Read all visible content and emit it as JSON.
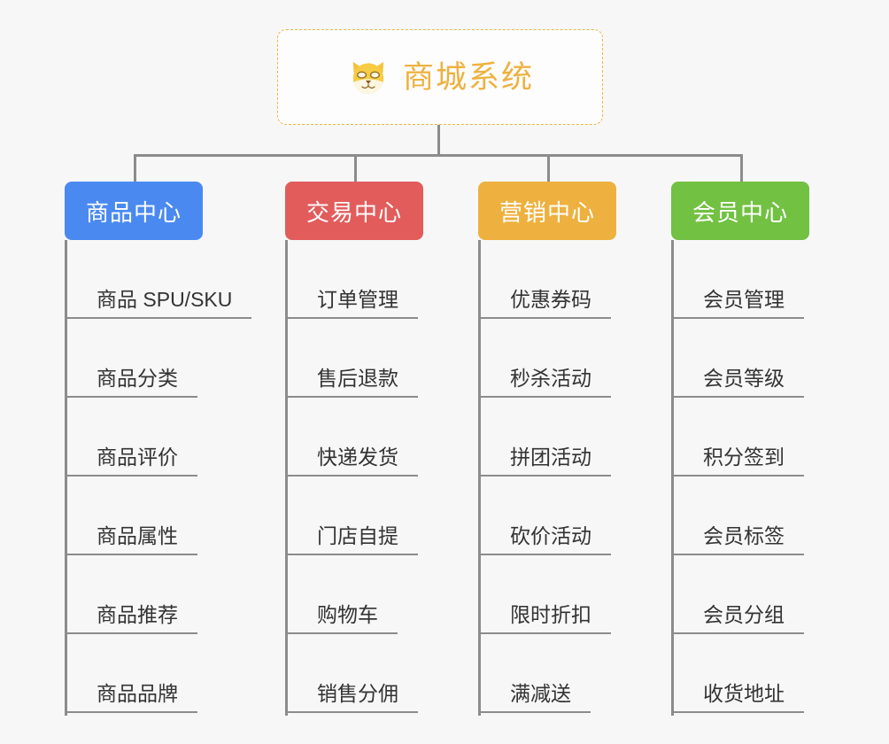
{
  "diagram": {
    "title": "商城系统",
    "type": "mind-map",
    "background_color": "#f7f7f7",
    "connector_color": "#8c8c8c",
    "root": {
      "label": "商城系统",
      "icon": "shiba-dog-face-emoji",
      "text_color": "#eeb13f",
      "border_color": "#efb73f",
      "border_style": "dashed",
      "fill_color": "#fdfdfd"
    },
    "branches": [
      {
        "label": "商品中心",
        "color": "#4a8af0",
        "items": [
          "商品 SPU/SKU",
          "商品分类",
          "商品评价",
          "商品属性",
          "商品推荐",
          "商品品牌"
        ]
      },
      {
        "label": "交易中心",
        "color": "#e25c5c",
        "items": [
          "订单管理",
          "售后退款",
          "快递发货",
          "门店自提",
          "购物车",
          "销售分佣"
        ]
      },
      {
        "label": "营销中心",
        "color": "#eeb13f",
        "items": [
          "优惠券码",
          "秒杀活动",
          "拼团活动",
          "砍价活动",
          "限时折扣",
          "满减送"
        ]
      },
      {
        "label": "会员中心",
        "color": "#72c143",
        "items": [
          "会员管理",
          "会员等级",
          "积分签到",
          "会员标签",
          "会员分组",
          "收货地址"
        ]
      }
    ]
  }
}
